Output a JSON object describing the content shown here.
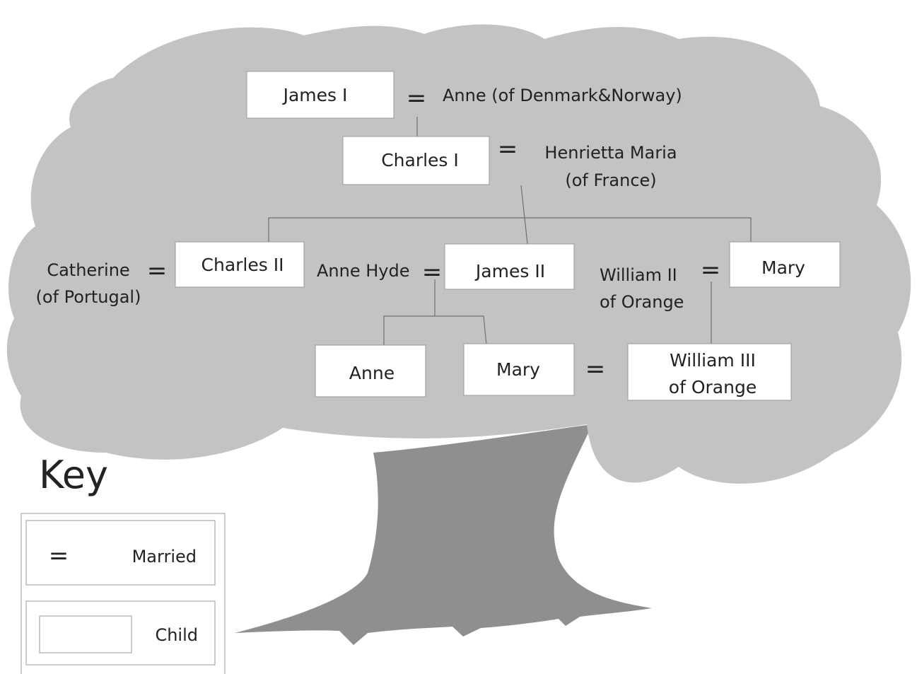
{
  "colors": {
    "canopy": "#c3c3c3",
    "trunk": "#8f8f8f",
    "box_fill": "#ffffff",
    "line": "#707070"
  },
  "symbols": {
    "married": "="
  },
  "people": {
    "james_i": "James I",
    "anne_denmark": "Anne (of Denmark&Norway)",
    "charles_i": "Charles I",
    "henrietta_1": "Henrietta Maria",
    "henrietta_2": "(of France)",
    "catherine_1": "Catherine",
    "catherine_2": "(of Portugal)",
    "charles_ii": "Charles II",
    "anne_hyde": "Anne Hyde",
    "james_ii": "James II",
    "william_ii_1": "William II",
    "william_ii_2": "of Orange",
    "mary_princess": "Mary",
    "anne": "Anne",
    "mary_ii": "Mary",
    "william_iii_1": "William III",
    "william_iii_2": "of Orange"
  },
  "key": {
    "title": "Key",
    "married_label": "Married",
    "child_label": "Child"
  }
}
